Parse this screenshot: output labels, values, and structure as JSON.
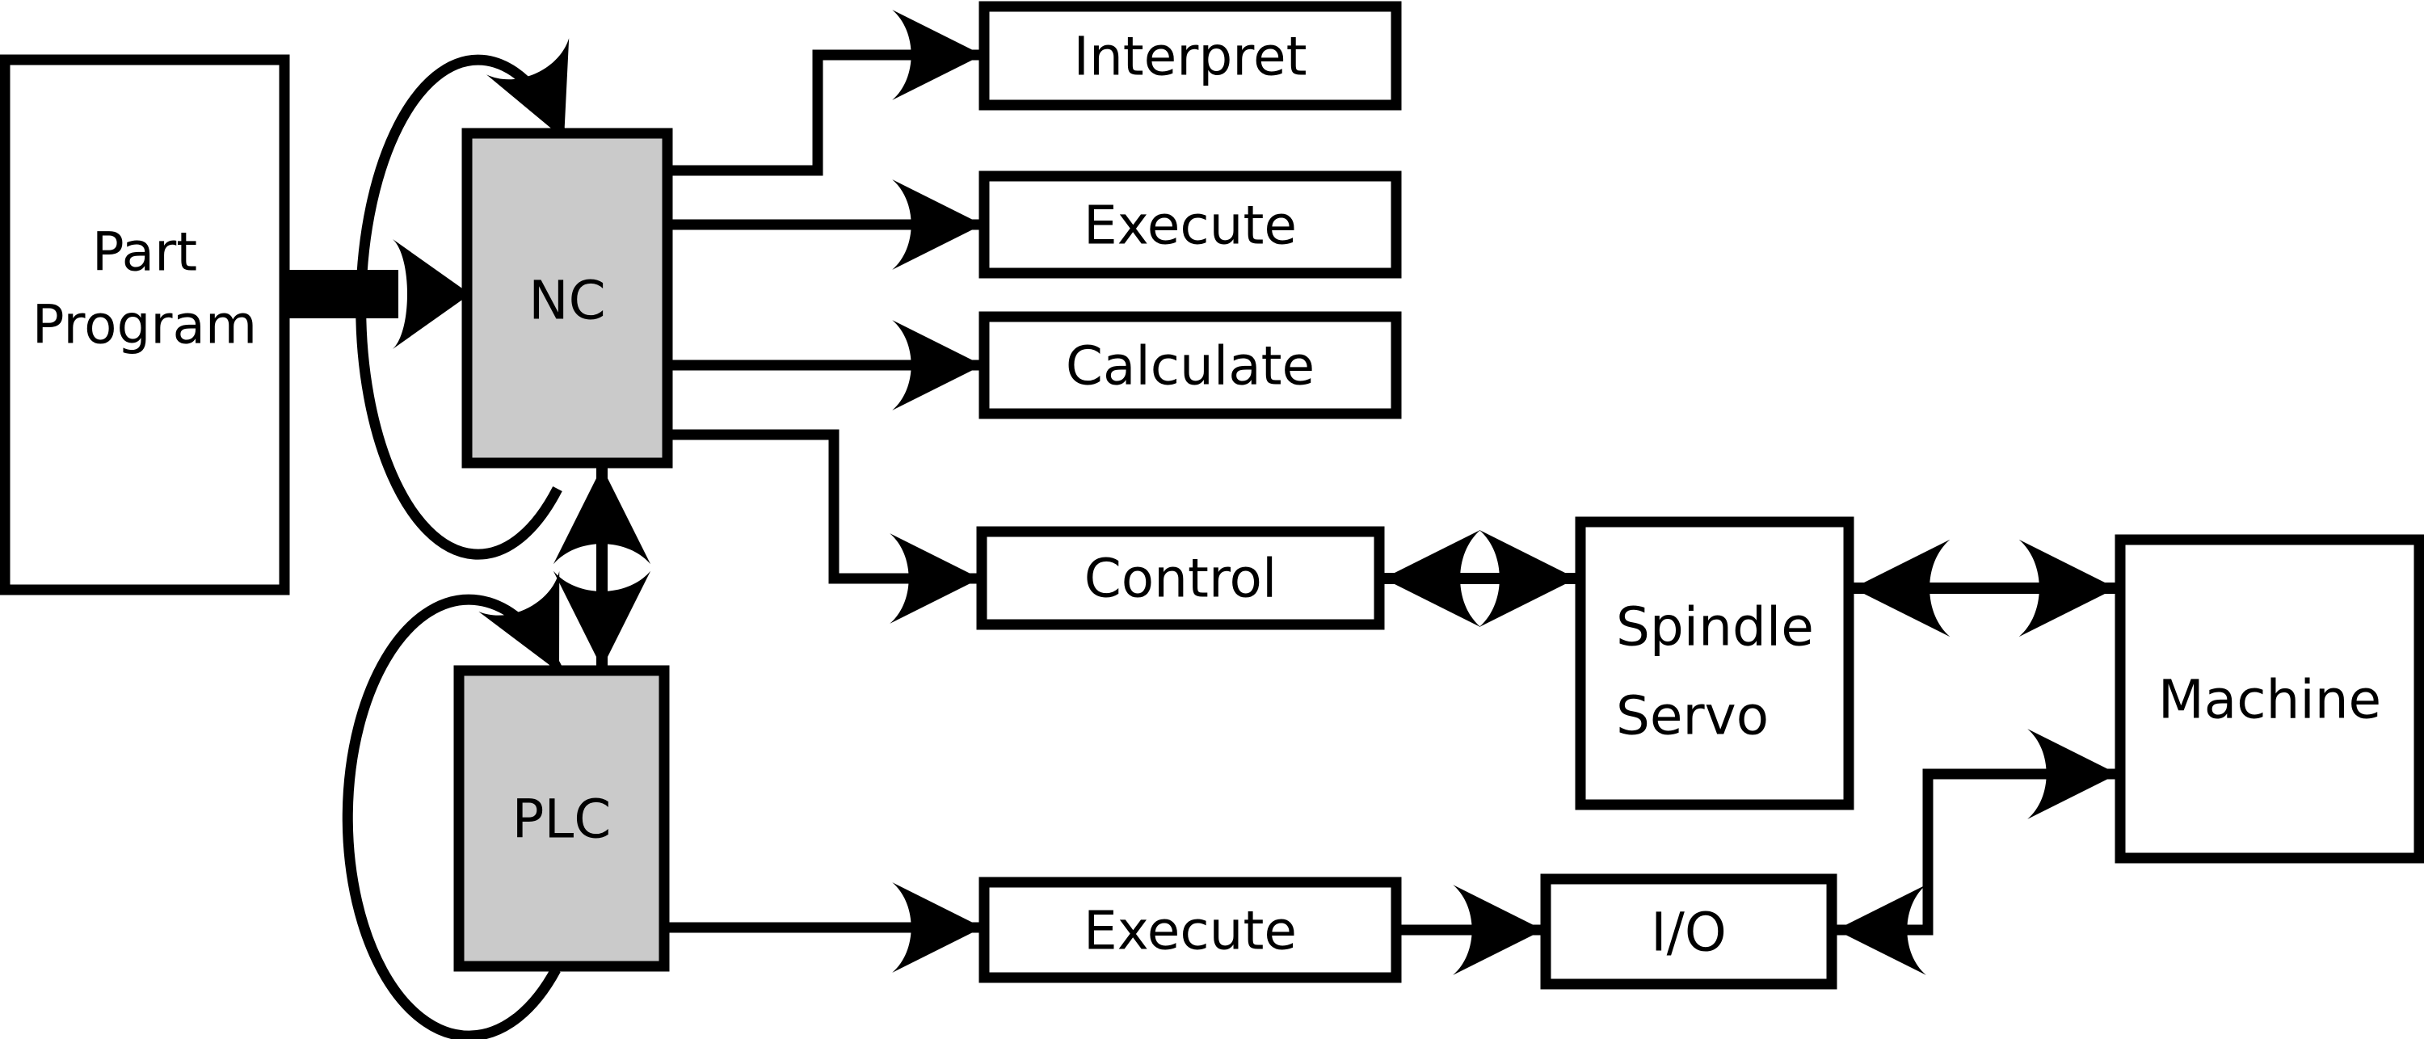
{
  "diagram": {
    "colors": {
      "background": "#ffffff",
      "line": "#000000",
      "text": "#000000",
      "module-fill": "#cacaca",
      "box-fill": "#ffffff"
    },
    "nodes": {
      "part_program": {
        "label_line1": "Part",
        "label_line2": "Program",
        "kind": "source"
      },
      "nc": {
        "label": "NC",
        "kind": "module"
      },
      "plc": {
        "label": "PLC",
        "kind": "module"
      },
      "interpret": {
        "label": "Interpret",
        "kind": "task"
      },
      "execute_nc": {
        "label": "Execute",
        "kind": "task"
      },
      "calculate": {
        "label": "Calculate",
        "kind": "task"
      },
      "control": {
        "label": "Control",
        "kind": "task"
      },
      "spindle_servo": {
        "label_line1": "Spindle",
        "label_line2": "Servo",
        "kind": "device"
      },
      "machine": {
        "label": "Machine",
        "kind": "device"
      },
      "execute_plc": {
        "label": "Execute",
        "kind": "task"
      },
      "io": {
        "label": "I/O",
        "kind": "device"
      }
    },
    "edges": [
      {
        "from": "part_program",
        "to": "nc",
        "style": "thick",
        "direction": "one-way"
      },
      {
        "from": "nc",
        "to": "nc",
        "style": "loop",
        "direction": "one-way"
      },
      {
        "from": "nc",
        "to": "interpret",
        "style": "elbow",
        "direction": "one-way"
      },
      {
        "from": "nc",
        "to": "execute_nc",
        "style": "line",
        "direction": "one-way"
      },
      {
        "from": "nc",
        "to": "calculate",
        "style": "line",
        "direction": "one-way"
      },
      {
        "from": "nc",
        "to": "control",
        "style": "elbow",
        "direction": "one-way"
      },
      {
        "from": "nc",
        "to": "plc",
        "style": "line",
        "direction": "two-way"
      },
      {
        "from": "plc",
        "to": "plc",
        "style": "loop",
        "direction": "one-way"
      },
      {
        "from": "plc",
        "to": "execute_plc",
        "style": "line",
        "direction": "one-way"
      },
      {
        "from": "control",
        "to": "spindle_servo",
        "style": "line",
        "direction": "two-way"
      },
      {
        "from": "spindle_servo",
        "to": "machine",
        "style": "line",
        "direction": "two-way"
      },
      {
        "from": "execute_plc",
        "to": "io",
        "style": "line",
        "direction": "one-way"
      },
      {
        "from": "io",
        "to": "machine",
        "style": "elbow",
        "direction": "two-way"
      }
    ]
  }
}
